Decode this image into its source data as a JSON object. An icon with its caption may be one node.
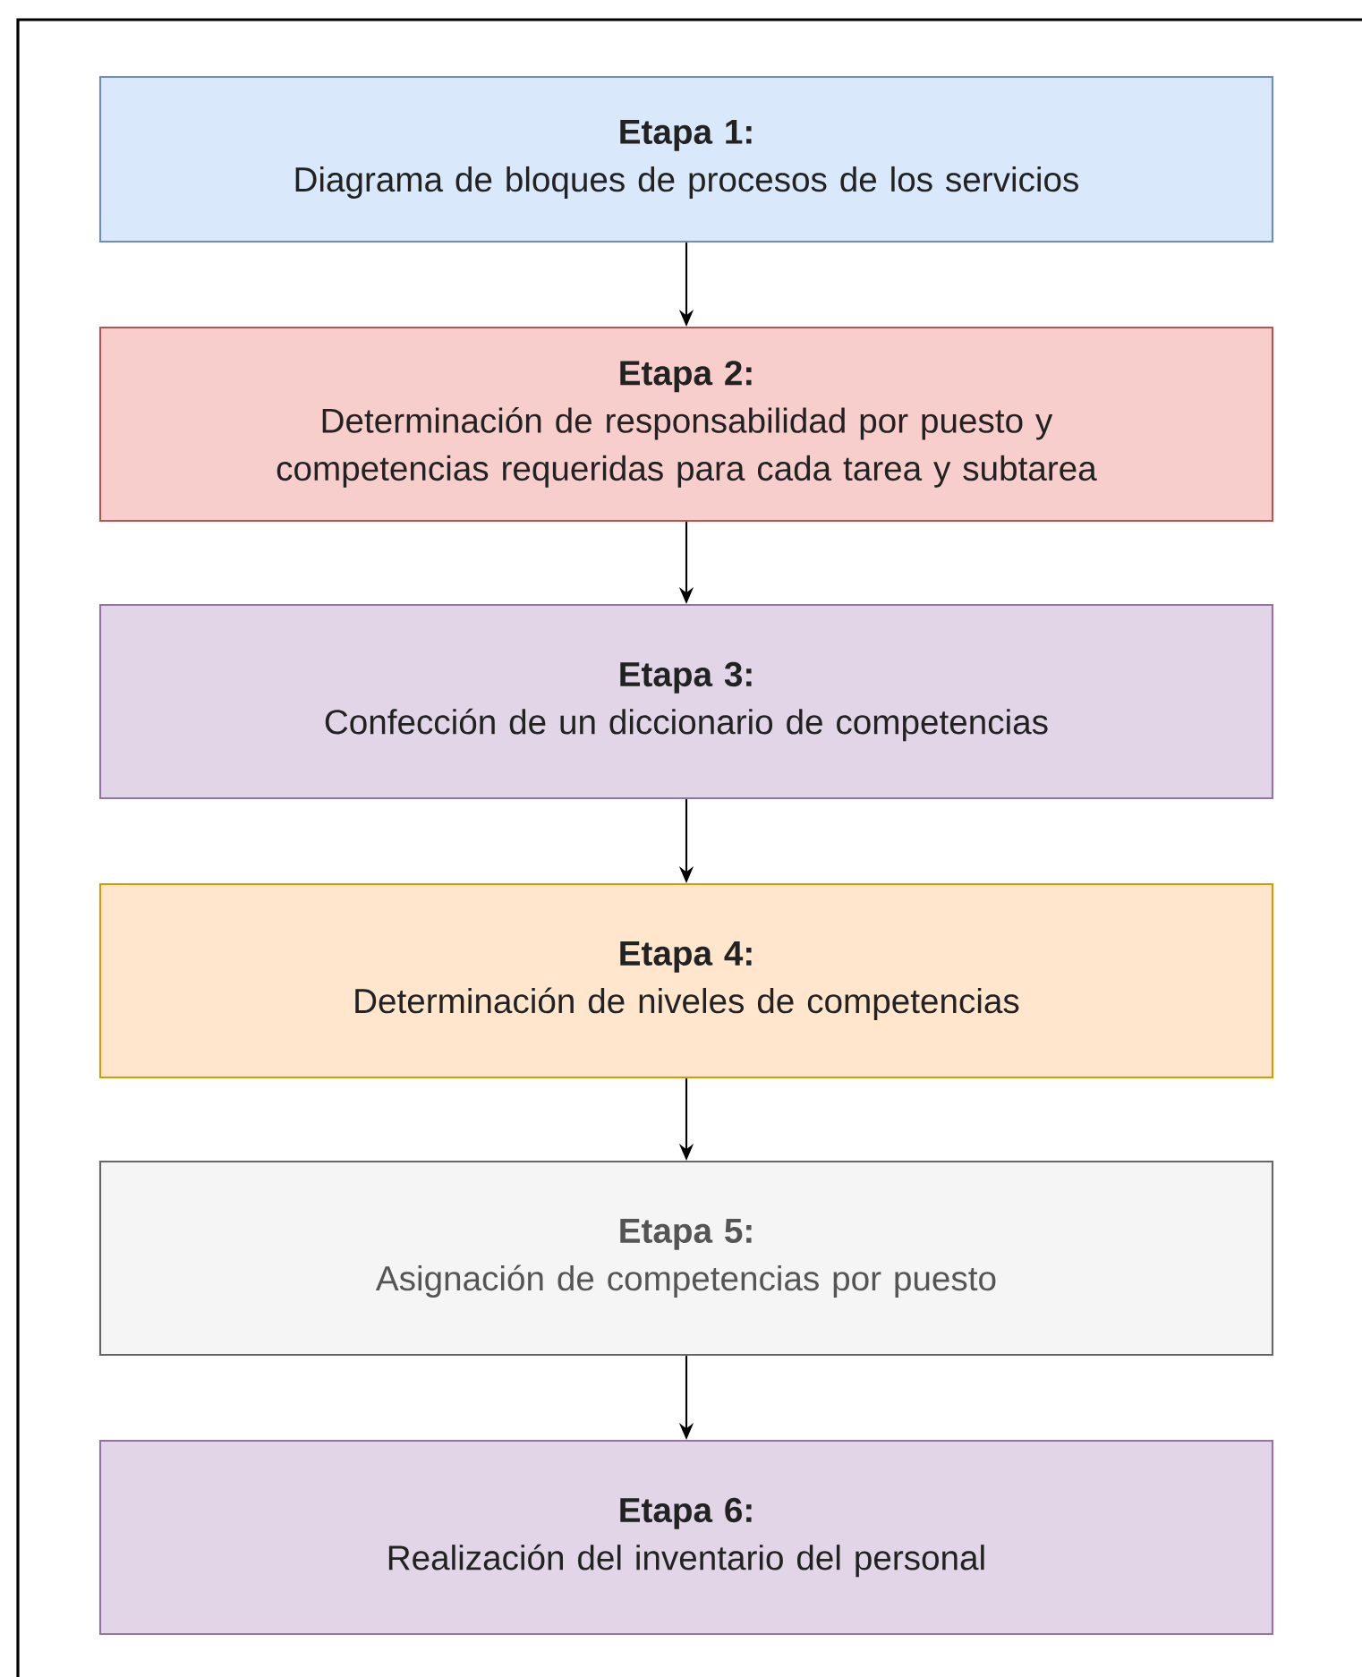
{
  "diagram": {
    "nodes": [
      {
        "text": [
          "Etapa 1:",
          "Diagrama de bloques de procesos de los servicios"
        ]
      },
      {
        "text": [
          "Etapa 2:",
          "Determinación de responsabilidad por puesto y competencias requeridas para cada tarea y subtarea"
        ]
      },
      {
        "text": [
          "Etapa 3:",
          "Confección de un diccionario de competencias"
        ]
      },
      {
        "text": [
          "Etapa 4:",
          "Determinación de niveles  de competencias"
        ]
      },
      {
        "text": [
          "Etapa 5:",
          "Asignación de competencias por puesto"
        ]
      },
      {
        "text": [
          "Etapa 6:",
          "Realización del inventario del personal"
        ]
      }
    ],
    "edges": [
      {
        "from": 0,
        "to": 1,
        "arrow": "to"
      },
      {
        "from": 1,
        "to": 2,
        "arrow": "to"
      },
      {
        "from": 2,
        "to": 3,
        "arrow": "to"
      },
      {
        "from": 3,
        "to": 4,
        "arrow": "to"
      },
      {
        "from": 4,
        "to": 5,
        "arrow": "to"
      }
    ]
  }
}
